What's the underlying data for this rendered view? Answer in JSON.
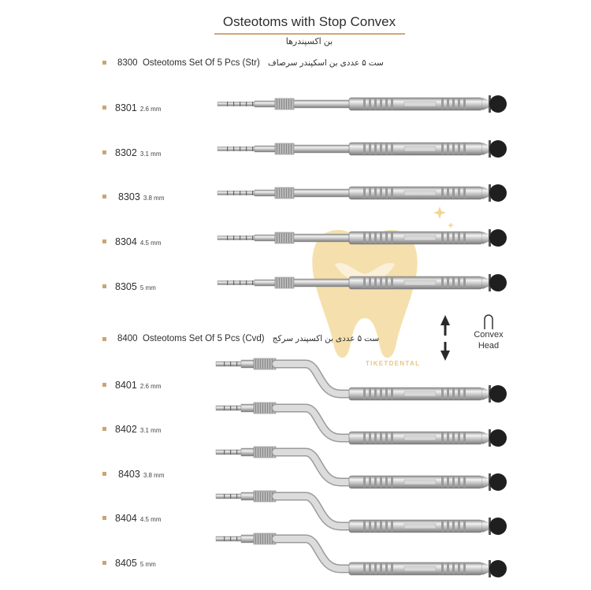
{
  "header": {
    "title": "Osteotoms with Stop Convex",
    "subtitle": "بن اکسپندرها"
  },
  "sets": [
    {
      "code": "8300",
      "label": "Osteotoms Set Of 5 Pcs (Str)",
      "label_fa": "ست ۵ عددی بن اسکپندر سرصاف"
    },
    {
      "code": "8400",
      "label": "Osteotoms Set Of 5 Pcs (Cvd)",
      "label_fa": "ست ۵ عددی بن اکسپندر سرکج"
    }
  ],
  "straight_items": [
    {
      "code": "8301",
      "size": "2.6 mm"
    },
    {
      "code": "8302",
      "size": "3.1 mm"
    },
    {
      "code": "8303",
      "size": "3.8 mm"
    },
    {
      "code": "8304",
      "size": "4.5 mm"
    },
    {
      "code": "8305",
      "size": "5 mm"
    }
  ],
  "curved_items": [
    {
      "code": "8401",
      "size": "2.6 mm"
    },
    {
      "code": "8402",
      "size": "3.1 mm"
    },
    {
      "code": "8403",
      "size": "3.8 mm"
    },
    {
      "code": "8404",
      "size": "4.5 mm"
    },
    {
      "code": "8405",
      "size": "5 mm"
    }
  ],
  "convex_head": {
    "line1": "Convex",
    "line2": "Head"
  },
  "watermark": {
    "text": "TIKETDENTAL"
  },
  "colors": {
    "accent": "#c9a574",
    "tip": "#1f1f1f",
    "steel": "#bfbfbf",
    "watermark": "#f2d592"
  }
}
